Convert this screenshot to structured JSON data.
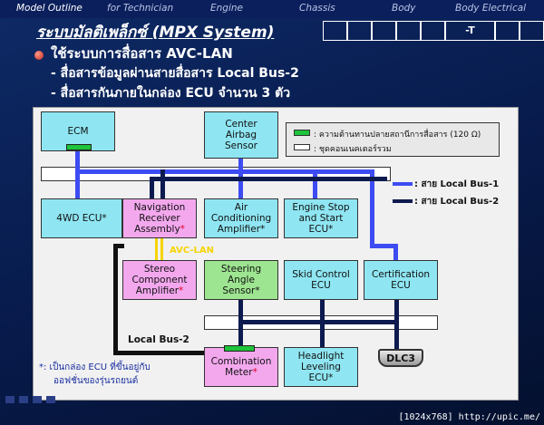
{
  "nav": {
    "tabs": [
      "Model Outline",
      "for Technician",
      "Engine",
      "Chassis",
      "Body",
      "Body Electrical"
    ]
  },
  "header": {
    "title": "ระบบมัลติเพล็กซ์ (MPX System)",
    "box_label": "-T"
  },
  "content": {
    "line1": "ใช้ระบบการสื่อสาร  AVC-LAN",
    "line2": "-  สื่อสารข้อมูลผ่านสายสื่อสาร Local Bus-2",
    "line3": "-  สื่อสารกันภายในกล่อง ECU จำนวน 3 ตัว"
  },
  "diagram": {
    "legend": {
      "terminator": ": ความต้านทานปลายสถานีการสื่อสาร (120 Ω)",
      "junction": ": ชุดคอนเนคเตอร์รวม"
    },
    "bus_legend": {
      "bus1": ": สาย Local Bus-1",
      "bus2": ": สาย Local Bus-2"
    },
    "avc_lan": "AVC-LAN",
    "local_bus2": "Local Bus-2",
    "note_line1": "*: เป็นกล่อง ECU ที่ขึ้นอยู่กับ",
    "note_line2": "ออฟชั่นของรุ่นรถยนต์",
    "dlc": "DLC3",
    "ecus": {
      "ecm": "ECM",
      "center_airbag": "Center\nAirbag\nSensor",
      "fwd_ecu": "4WD ECU*",
      "nav_receiver": "Navigation\nReceiver\nAssembly",
      "air_con": "Air\nConditioning\nAmplifier*",
      "engine_stop": "Engine Stop\nand Start\nECU*",
      "stereo": "Stereo\nComponent\nAmplifier",
      "steering": "Steering\nAngle\nSensor*",
      "skid": "Skid Control\nECU",
      "cert": "Certification\nECU",
      "combo": "Combination\nMeter",
      "headlight": "Headlight\nLeveling\nECU*"
    },
    "colors": {
      "bus1": "#3d4cf2",
      "bus2": "#0d1a4f",
      "avc": "#f5d400",
      "terminator": "#1ec43a"
    }
  },
  "watermark": "[1024x768] http://upic.me/"
}
